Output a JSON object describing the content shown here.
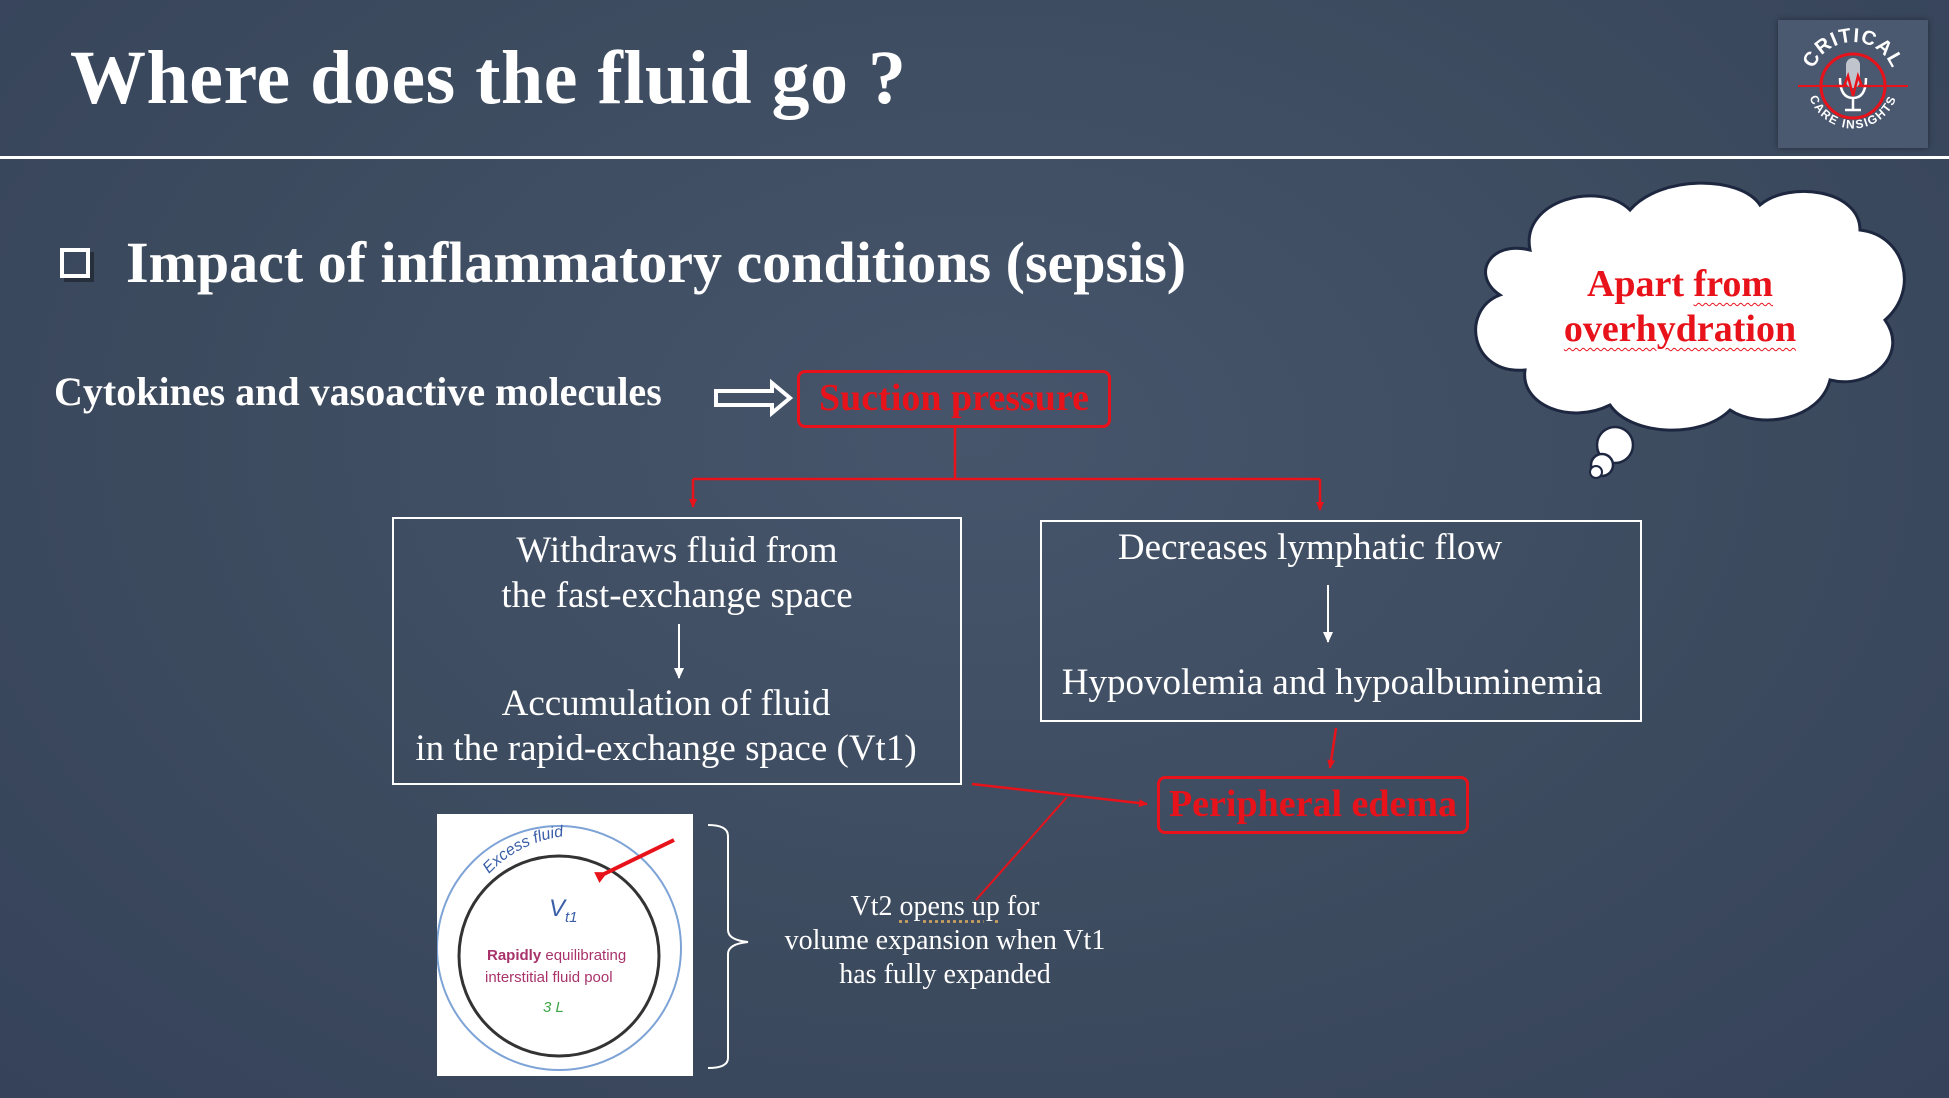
{
  "slide": {
    "title": "Where does the fluid go ?",
    "heading": "Impact of inflammatory conditions (sepsis)",
    "cause": "Cytokines and vasoactive molecules",
    "suction": "Suction pressure",
    "left_box": {
      "line1": "Withdraws fluid from",
      "line2": "the fast-exchange space",
      "line3": "Accumulation of fluid",
      "line4": "in the rapid-exchange space (Vt1)"
    },
    "right_box": {
      "line1": "Decreases lymphatic flow",
      "line2": "Hypovolemia and hypoalbuminemia"
    },
    "outcome": "Peripheral edema",
    "thought": {
      "line1_a": "Apart ",
      "line1_b": "from",
      "line2": "overhydration"
    },
    "vt2_note": {
      "line1_a": "Vt2 ",
      "line1_b": "opens up",
      "line1_c": " for",
      "line2": "volume expansion when Vt1",
      "line3": "has fully expanded"
    },
    "figure": {
      "excess": "Excess fluid",
      "vt": "V",
      "vt_sub": "t1",
      "rapidly": "Rapidly",
      "equilibrating": " equilibrating",
      "pool": "interstitial fluid pool",
      "volume": "3 L"
    }
  },
  "logo": {
    "top_text": "CRITICAL",
    "bottom_text": "CARE INSIGHTS"
  },
  "colors": {
    "background": "#3f4d62",
    "accent_red": "#e8121b",
    "text": "#ffffff"
  },
  "icons": [
    "checkbox-bullet-icon",
    "microphone-icon",
    "right-arrow-icon"
  ]
}
